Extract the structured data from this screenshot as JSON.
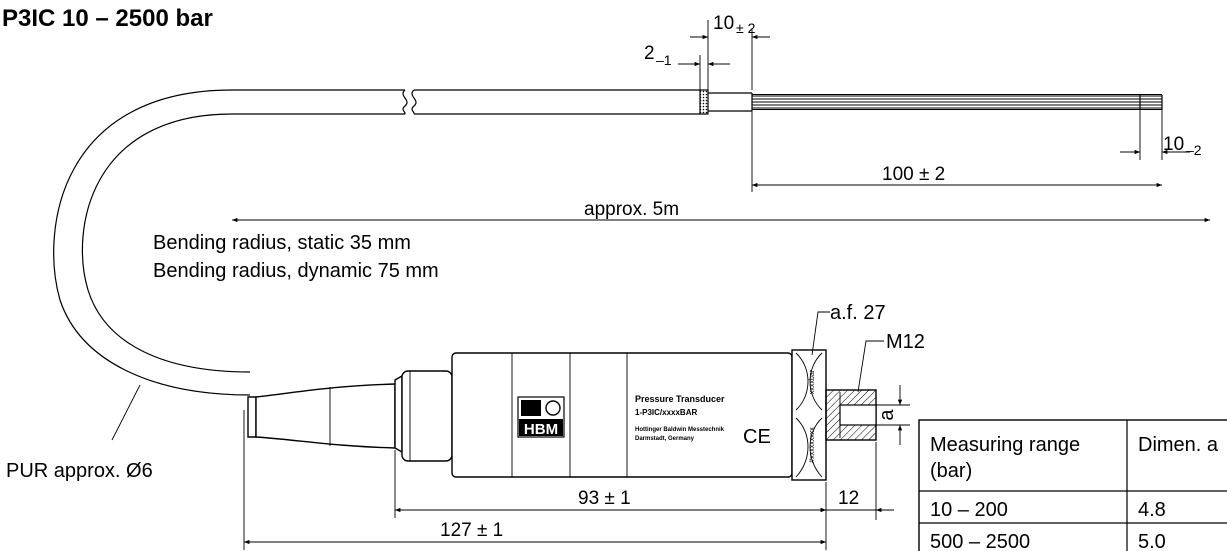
{
  "title": "P3IC 10 – 2500 bar",
  "cable": {
    "dim_strip_nominal": "10",
    "dim_strip_tol": "± 2",
    "dim_shield_nominal": "2",
    "dim_shield_tol": "–1",
    "dim_wire_end_nominal": "10",
    "dim_wire_end_tol": "–2",
    "dim_wires_length": "100 ± 2",
    "dim_total_length": "approx. 5m",
    "bending_static": "Bending radius, static 35 mm",
    "bending_dynamic": "Bending radius, dynamic 75 mm",
    "material": "PUR approx. Ø6"
  },
  "transducer": {
    "label_af": "a.f. 27",
    "label_thread": "M12",
    "label_a": "a",
    "dim_body_length": "93 ± 1",
    "dim_thread_length": "12",
    "dim_overall_length": "127 ± 1",
    "brand": "HBM",
    "product_line1": "Pressure Transducer",
    "product_line2": "1-P3IC/xxxxBAR",
    "maker_line1": "Hottinger Baldwin Messtechnik",
    "maker_line2": "Darmstadt, Germany",
    "ce_mark": "CE",
    "serial_text": "#xxxxxxxxx",
    "range_text": "xxxxbar"
  },
  "table": {
    "headers": [
      "Measuring range\n(bar)",
      "Dimen. a"
    ],
    "header_col1_line1": "Measuring range",
    "header_col1_line2": "(bar)",
    "header_col2": "Dimen. a",
    "rows": [
      {
        "range": "10 – 200",
        "dim": "4.8"
      },
      {
        "range": "500 – 2500",
        "dim": "5.0"
      }
    ]
  }
}
